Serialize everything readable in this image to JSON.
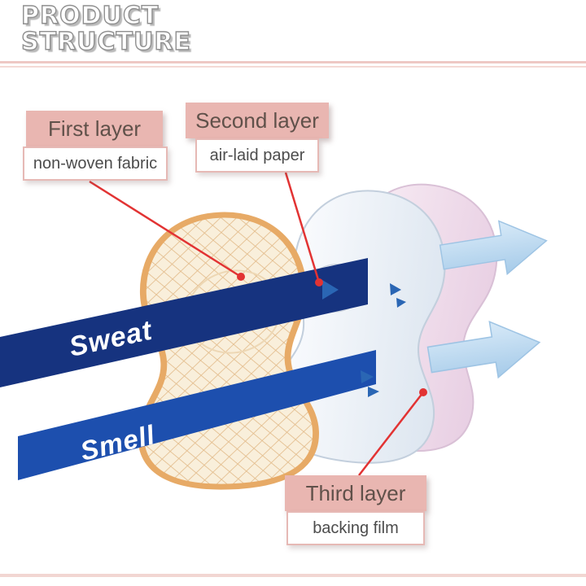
{
  "title": {
    "line1": "PRODUCT",
    "line2": "STRUCTURE"
  },
  "callouts": {
    "first": {
      "heading": "First layer",
      "detail": "non-woven fabric"
    },
    "second": {
      "heading": "Second layer",
      "detail": "air-laid paper"
    },
    "third": {
      "heading": "Third layer",
      "detail": "backing film"
    }
  },
  "flow_labels": {
    "sweat": "Sweat",
    "smell": "Smell"
  },
  "colors": {
    "callout_bg": "#e9b6b1",
    "callout_text": "#60514a",
    "detail_border": "#e6b9b5",
    "detail_text": "#4c4c4c",
    "connector": "#e23333",
    "sweat_band": "#16337f",
    "smell_band": "#1d4fae",
    "flow_arrow_light": "#d8eaf8",
    "flow_arrow_dark": "#a6cbe9",
    "absorb_triangle": "#2a66b4",
    "fabric_outline": "#e7aa66",
    "fabric_fill": "#f9efdb",
    "fabric_grid": "#e3bd8d",
    "paper_stroke": "#c3cfdd",
    "film_stroke": "#d9c0d6",
    "top_rule": "#eec8c4"
  }
}
